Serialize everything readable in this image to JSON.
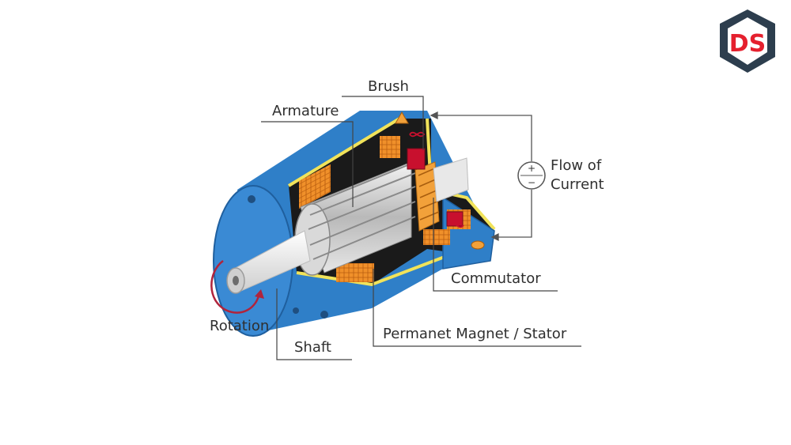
{
  "labels": {
    "brush": "Brush",
    "armature": "Armature",
    "flow_line1": "Flow of",
    "flow_line2": "Current",
    "commutator": "Commutator",
    "rotation": "Rotation",
    "shaft": "Shaft",
    "magnet_stator": "Permanet Magnet / Stator"
  },
  "logo": {
    "text": "DS"
  },
  "source": {
    "plus": "+",
    "minus": "−"
  },
  "colors": {
    "housing_blue": "#2f7fc8",
    "housing_dark": "#1f5f9e",
    "magnet_orange": "#f0902a",
    "yellow_trim": "#f1e35a",
    "brush_red": "#c8102e",
    "commutator_orange": "#f2a13a",
    "rotation_arrow": "#b0243c",
    "logo_dark": "#2d3e4e",
    "logo_red": "#e5202e"
  }
}
